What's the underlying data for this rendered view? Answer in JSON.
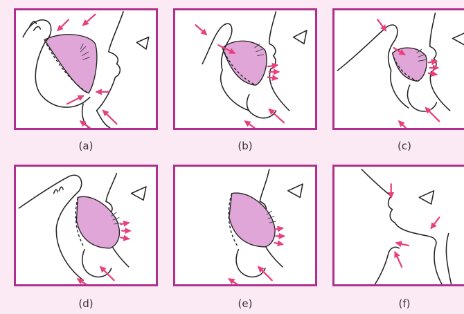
{
  "colors": {
    "background": "#fbe9f4",
    "frame": "#b0308c",
    "breast": "#e0a6d8",
    "arrow": "#e8407f",
    "line": "#222222"
  },
  "panels": [
    {
      "id": "a",
      "label": "(a)"
    },
    {
      "id": "b",
      "label": "(b)"
    },
    {
      "id": "c",
      "label": "(c)"
    },
    {
      "id": "d",
      "label": "(d)"
    },
    {
      "id": "e",
      "label": "(e)"
    },
    {
      "id": "f",
      "label": "(f)"
    }
  ]
}
